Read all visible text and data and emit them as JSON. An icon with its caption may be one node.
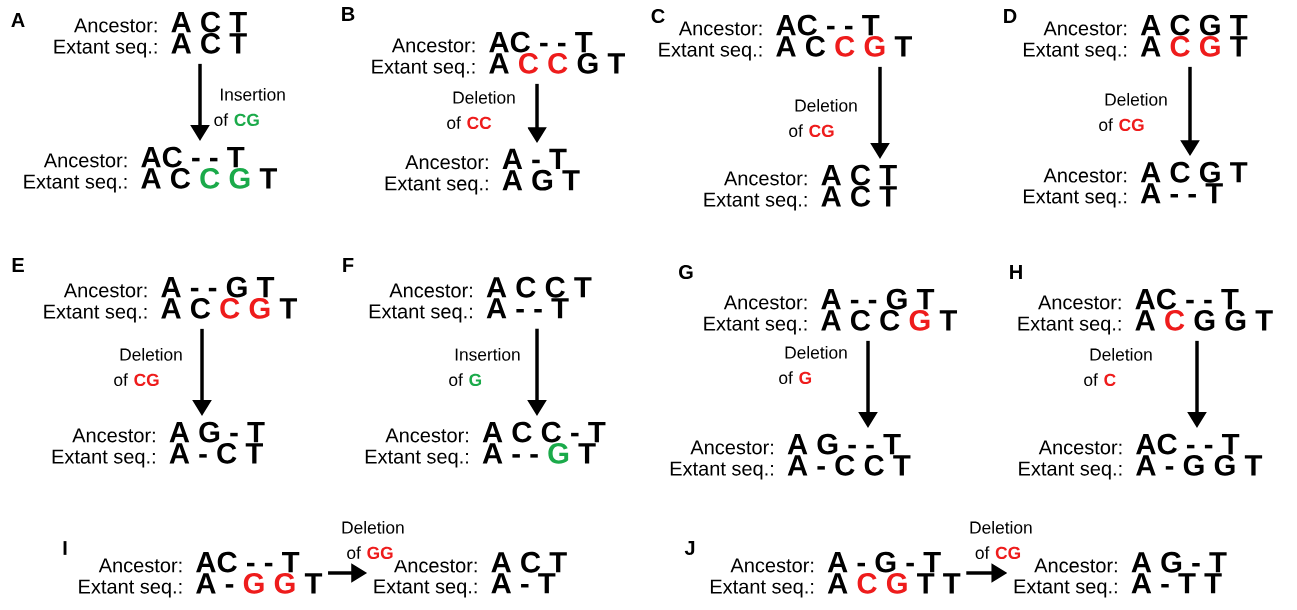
{
  "diagram": {
    "nodes": [
      {
        "text": [
          "Ancestor:",
          "A C T",
          "Extant seq.:",
          "A C T"
        ]
      },
      {
        "text": [
          "Ancestor:",
          "AC - - T",
          "Extant seq.:",
          "A C *C G* T"
        ]
      },
      {
        "text": [
          "Ancestor:",
          "AC - - T",
          "Extant seq.:",
          "A **C C** G T"
        ]
      },
      {
        "text": [
          "Ancestor:",
          "A - T",
          "Extant seq.:",
          "A G T"
        ]
      },
      {
        "text": [
          "Ancestor:",
          "AC - - T",
          "Extant seq.:",
          "A C **C G** T"
        ]
      },
      {
        "text": [
          "Ancestor:",
          "A C T",
          "Extant seq.:",
          "A C T"
        ]
      },
      {
        "text": [
          "Ancestor:",
          "A C G T",
          "Extant seq.:",
          "A **C G** T"
        ]
      },
      {
        "text": [
          "Ancestor:",
          "A C G T",
          "Extant seq.:",
          "A - - T"
        ]
      },
      {
        "text": [
          "Ancestor:",
          "A - - G T",
          "Extant seq.:",
          "A C **C G** T"
        ]
      },
      {
        "text": [
          "Ancestor:",
          "A G - T",
          "Extant seq.:",
          "A - C T"
        ]
      },
      {
        "text": [
          "Ancestor:",
          "A C C T",
          "Extant seq.:",
          "A - - T"
        ]
      },
      {
        "text": [
          "Ancestor:",
          "A C C - T",
          "Extant seq.:",
          "A - - *G* T"
        ]
      },
      {
        "text": [
          "Ancestor:",
          "A - - G T",
          "Extant seq.:",
          "A C C **G** T"
        ]
      },
      {
        "text": [
          "Ancestor:",
          "A G - - T",
          "Extant seq.:",
          "A - C C T"
        ]
      },
      {
        "text": [
          "Ancestor:",
          "AC - - T",
          "Extant seq.:",
          "A **C** G G T"
        ]
      },
      {
        "text": [
          "Ancestor:",
          "AC - - T",
          "Extant seq.:",
          "A - G G T"
        ]
      },
      {
        "text": [
          "Ancestor:",
          "AC - - T",
          "Extant seq.:",
          "A - **G G** T"
        ]
      },
      {
        "text": [
          "Ancestor:",
          "A C T",
          "Extant seq.:",
          "A - T"
        ]
      },
      {
        "text": [
          "Ancestor:",
          "A - G - T",
          "Extant seq.:",
          "A **C G** T T"
        ]
      },
      {
        "text": [
          "Ancestor:",
          "A G - T",
          "Extant seq.:",
          "A - T T"
        ]
      }
    ],
    "edges": [
      {
        "from": 0,
        "to": 1,
        "arrow": "to",
        "label": "Insertion of *CG*"
      },
      {
        "from": 2,
        "to": 3,
        "arrow": "to",
        "label": "Deletion of **CC**"
      },
      {
        "from": 4,
        "to": 5,
        "arrow": "to",
        "label": "Deletion of **CG**"
      },
      {
        "from": 6,
        "to": 7,
        "arrow": "to",
        "label": "Deletion of **CG**"
      },
      {
        "from": 8,
        "to": 9,
        "arrow": "to",
        "label": "Deletion of **CG**"
      },
      {
        "from": 10,
        "to": 11,
        "arrow": "to",
        "label": "Insertion of *G*"
      },
      {
        "from": 12,
        "to": 13,
        "arrow": "to",
        "label": "Deletion of **G**"
      },
      {
        "from": 14,
        "to": 15,
        "arrow": "to",
        "label": "Deletion of **C**"
      },
      {
        "from": 16,
        "to": 17,
        "arrow": "to",
        "label": "Deletion of **GG**"
      },
      {
        "from": 18,
        "to": 19,
        "arrow": "to",
        "label": "Deletion of **CG**"
      }
    ],
    "labels": [
      "A",
      "B",
      "C",
      "D",
      "E",
      "F",
      "G",
      "H",
      "I",
      "J"
    ]
  }
}
